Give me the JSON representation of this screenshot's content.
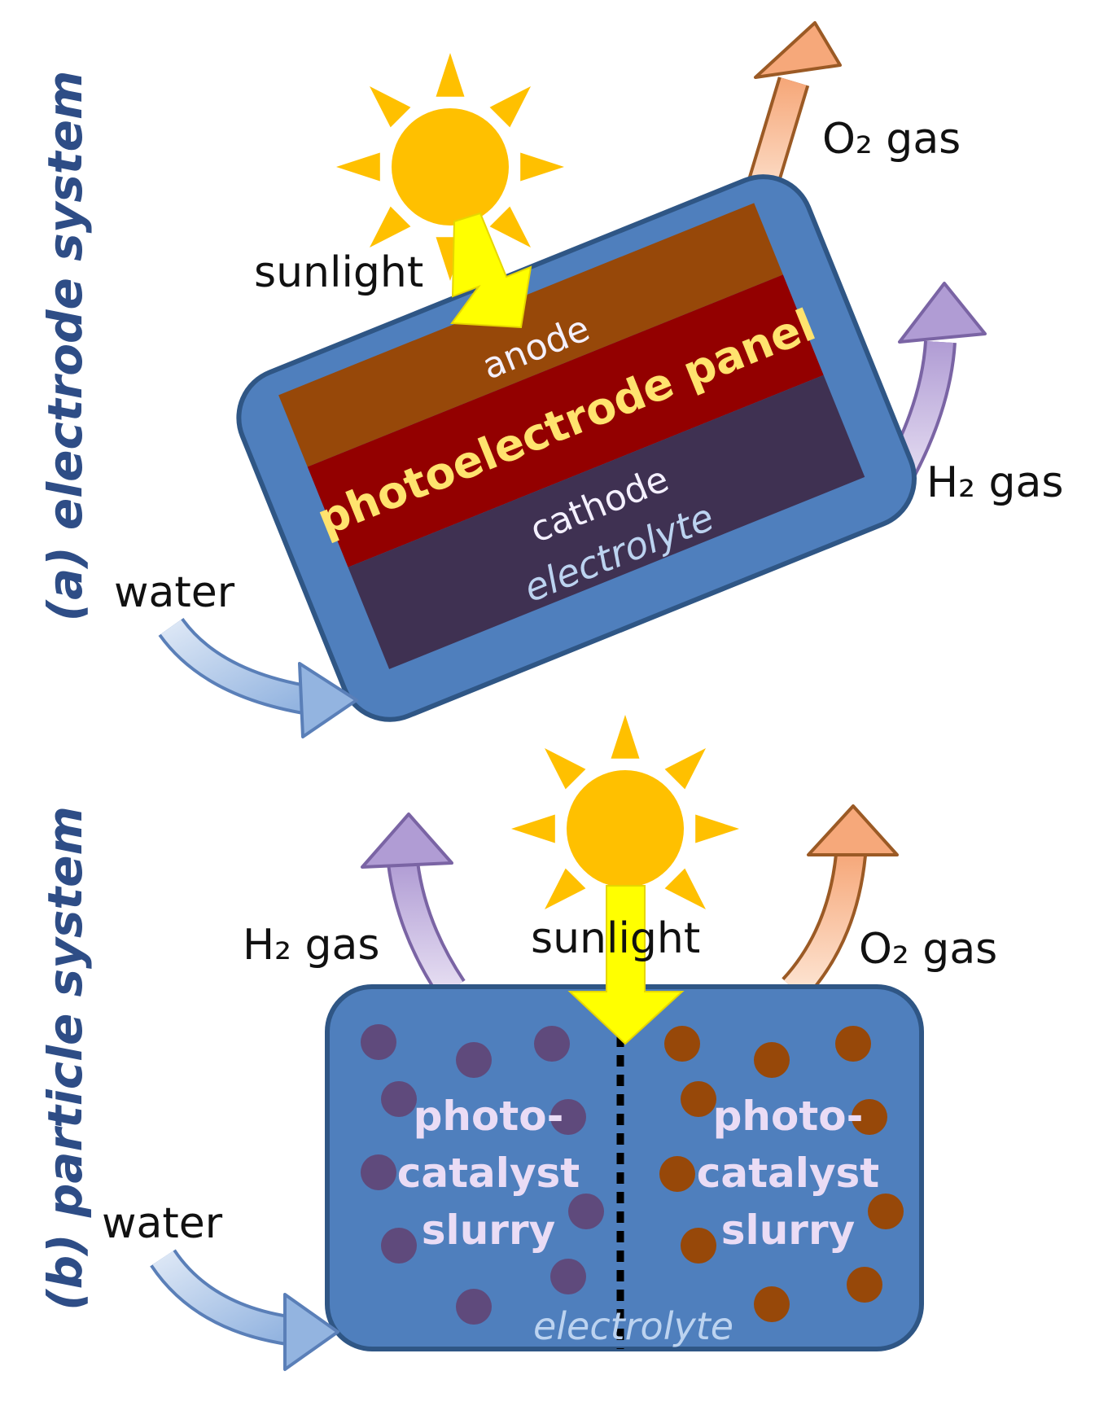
{
  "panel_a": {
    "side_label": "(a) electrode system",
    "sunlight": "sunlight",
    "o2_gas": "O₂ gas",
    "h2_gas": "H₂ gas",
    "water": "water",
    "anode": "anode",
    "panel_title": "photoelectrode  panel",
    "cathode": "cathode",
    "electrolyte": "electrolyte"
  },
  "panel_b": {
    "side_label": "(b) particle system",
    "sunlight": "sunlight",
    "h2_gas": "H₂ gas",
    "o2_gas": "O₂ gas",
    "water": "water",
    "left_slurry": [
      "photo-",
      "catalyst",
      "slurry"
    ],
    "right_slurry": [
      "photo-",
      "catalyst",
      "slurry"
    ],
    "electrolyte": "electrolyte"
  },
  "colors": {
    "container_fill": "#4f7fbd",
    "container_stroke": "#2f5685",
    "anode": "#974809",
    "photoelectrode": "#930000",
    "cathode": "#3f3152",
    "sun": "#ffc000",
    "sunlight_arrow": "#ffff00",
    "o2_arrow": "#f7b88a",
    "h2_arrow": "#b8a7d8",
    "water_arrow": "#a9c4e8",
    "h2_particle": "#5f4a7c",
    "o2_particle": "#974809"
  }
}
